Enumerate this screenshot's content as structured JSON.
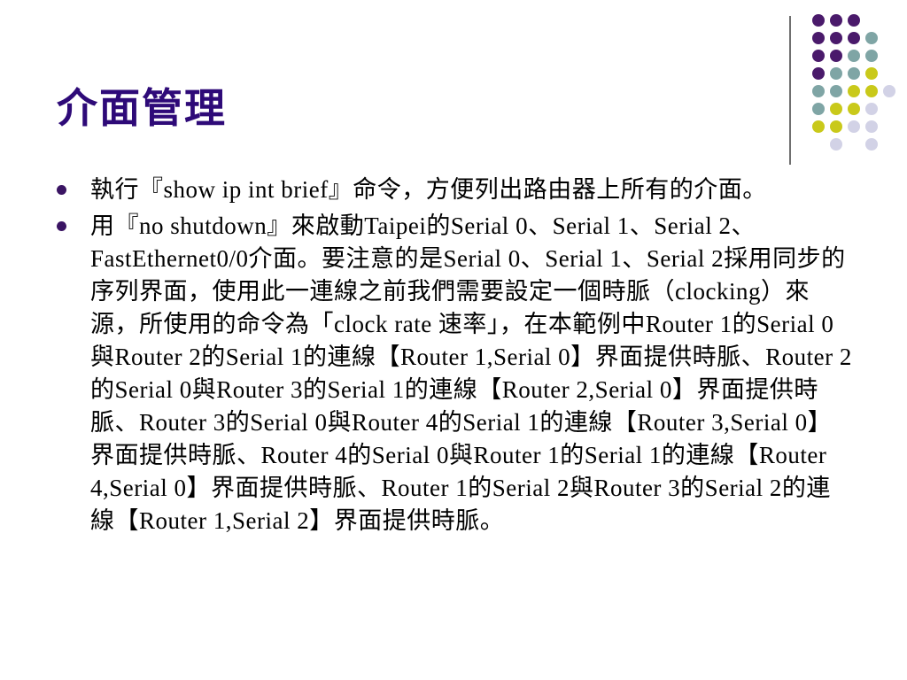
{
  "slide": {
    "title": "介面管理",
    "bullets": [
      {
        "text": "執行『show ip int brief』命令，方便列出路由器上所有的介面。"
      },
      {
        "text": "用『no shutdown』來啟動Taipei的Serial 0、Serial 1、Serial 2、FastEthernet0/0介面。要注意的是Serial 0、Serial 1、Serial 2採用同步的序列界面，使用此一連線之前我們需要設定一個時脈（clocking）來源，所使用的命令為「clock rate 速率」，在本範例中Router 1的Serial 0與Router 2的Serial 1的連線【Router 1,Serial 0】界面提供時脈、Router 2的Serial 0與Router 3的Serial 1的連線【Router 2,Serial 0】界面提供時脈、Router 3的Serial 0與Router 4的Serial 1的連線【Router 3,Serial 0】界面提供時脈、Router 4的Serial 0與Router 1的Serial 1的連線【Router 4,Serial 0】界面提供時脈、Router 1的Serial 2與Router 3的Serial 2的連線【Router 1,Serial 2】界面提供時脈。"
      }
    ]
  },
  "decoration": {
    "colors": {
      "purple": "#4a1a6b",
      "teal": "#7fa5a5",
      "yellow": "#c9c91a",
      "lavender": "#d2d2e6"
    }
  }
}
